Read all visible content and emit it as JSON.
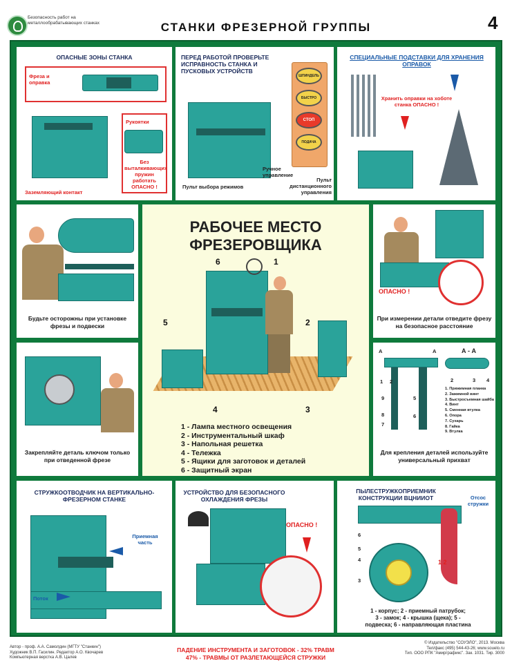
{
  "header": {
    "brand": "Безопасность работ на металлообрабатывающих станках",
    "title": "СТАНКИ ФРЕЗЕРНОЙ ГРУППЫ",
    "page_number": "4"
  },
  "p1": {
    "title": "ОПАСНЫЕ ЗОНЫ СТАНКА",
    "cutter": "Фреза и оправка",
    "handles": "Рукоятки",
    "springs": "Без выталкивающих пружин работать ОПАСНО !",
    "ground": "Заземляющий контакт"
  },
  "p2": {
    "title": "ПЕРЕД РАБОТОЙ ПРОВЕРЬТЕ ИСПРАВНОСТЬ СТАНКА И ПУСКОВЫХ УСТРОЙСТВ",
    "btn1": "ШПИНДЕЛЬ",
    "btn2": "БЫСТРО",
    "btn3": "СТОП",
    "btn4": "ПОДАЧА",
    "manual": "Ручное управление",
    "mode": "Пульт выбора режимов",
    "remote": "Пульт дистанционного управления"
  },
  "p3": {
    "title": "СПЕЦИАЛЬНЫЕ ПОДСТАВКИ ДЛЯ ХРАНЕНИЯ ОПРАВОК",
    "warn": "Хранить оправки на хоботе станка ОПАСНО !"
  },
  "p4": {
    "caption": "Будьте осторожны при установке фрезы и подвески"
  },
  "center": {
    "title1": "РАБОЧЕЕ МЕСТО",
    "title2": "ФРЕЗЕРОВЩИКА",
    "n1": "1",
    "n2": "2",
    "n3": "3",
    "n4": "4",
    "n5": "5",
    "n6": "6",
    "legend": [
      "1 - Лампа местного освещения",
      "2 - Инструментальный шкаф",
      "3 - Напольная решетка",
      "4 - Тележка",
      "5 - Ящики для заготовок и деталей",
      "6 - Защитный экран"
    ]
  },
  "p5": {
    "danger": "ОПАСНО !",
    "caption": "При измерении детали отведите фрезу на безопасное расстояние"
  },
  "p6": {
    "caption": "Закрепляйте деталь ключом только при отведенной фрезе"
  },
  "p7": {
    "section_a": "А",
    "section_aa": "А - А",
    "n1": "1",
    "n2": "2",
    "n3": "3",
    "n4": "4",
    "n5": "5",
    "n6": "6",
    "n7": "7",
    "n8": "8",
    "n9": "9",
    "parts": [
      "1. Прижимная планка",
      "2. Зажимной винт",
      "3. Быстросъемная шайба",
      "4. Винт",
      "5. Сменная втулка",
      "6. Опора",
      "7. Сухарь",
      "8. Гайка",
      "9. Втулка"
    ],
    "caption": "Для крепления деталей используйте универсальный прихват"
  },
  "p8": {
    "title": "СТРУЖКООТВОДЧИК НА ВЕРТИКАЛЬНО-ФРЕЗЕРНОМ СТАНКЕ",
    "receiver": "Приемная часть",
    "flow": "Поток"
  },
  "p9": {
    "title": "УСТРОЙСТВО ДЛЯ БЕЗОПАСНОГО ОХЛАЖДЕНИЯ ФРЕЗЫ",
    "danger": "ОПАСНО !"
  },
  "p10": {
    "title": "ПЫЛЕСТРУЖКОПРИЕМНИК КОНСТРУКЦИИ ВЦНИИОТ",
    "suction": "Отсос стружки",
    "n1": "1",
    "n2": "2",
    "n3": "3",
    "n4": "4",
    "n5": "5",
    "n6": "6",
    "n12": "1 2",
    "legend1": "1 - корпус; 2 - приемный патрубок;",
    "legend2": "3 - замок; 4 - крышка (щека); 5 -",
    "legend3": "подвеска; 6 - направляющая пластина"
  },
  "footer": {
    "authors1": "Автор - проф. А.А. Самолдин (МГТУ \"Станкин\")",
    "authors2": "Художник В.П. Гасилин. Редактор А.О. Квочарев",
    "authors3": "Компьютерная верстка А.В. Цалев",
    "stat1": "ПАДЕНИЕ ИНСТРУМЕНТА И ЗАГОТОВОК - 32% ТРАВМ",
    "stat2": "47% - ТРАВМЫ ОТ РАЗЛЕТАЮЩЕЙСЯ СТРУЖКИ",
    "pub1": "© Издательство \"СОУЭЛО\", 2013. Москва",
    "pub2": "Тел/факс (495) 544-43-26; www.souelo.ru",
    "pub3": "Тип. ООО РПК \"Амирграфикс\". Зак. 1031. Тир. 3000"
  },
  "colors": {
    "frame_green": "#0f7a3c",
    "machine_teal": "#2aa39a",
    "warning_red": "#e02020",
    "label_blue": "#1a5aa8"
  }
}
